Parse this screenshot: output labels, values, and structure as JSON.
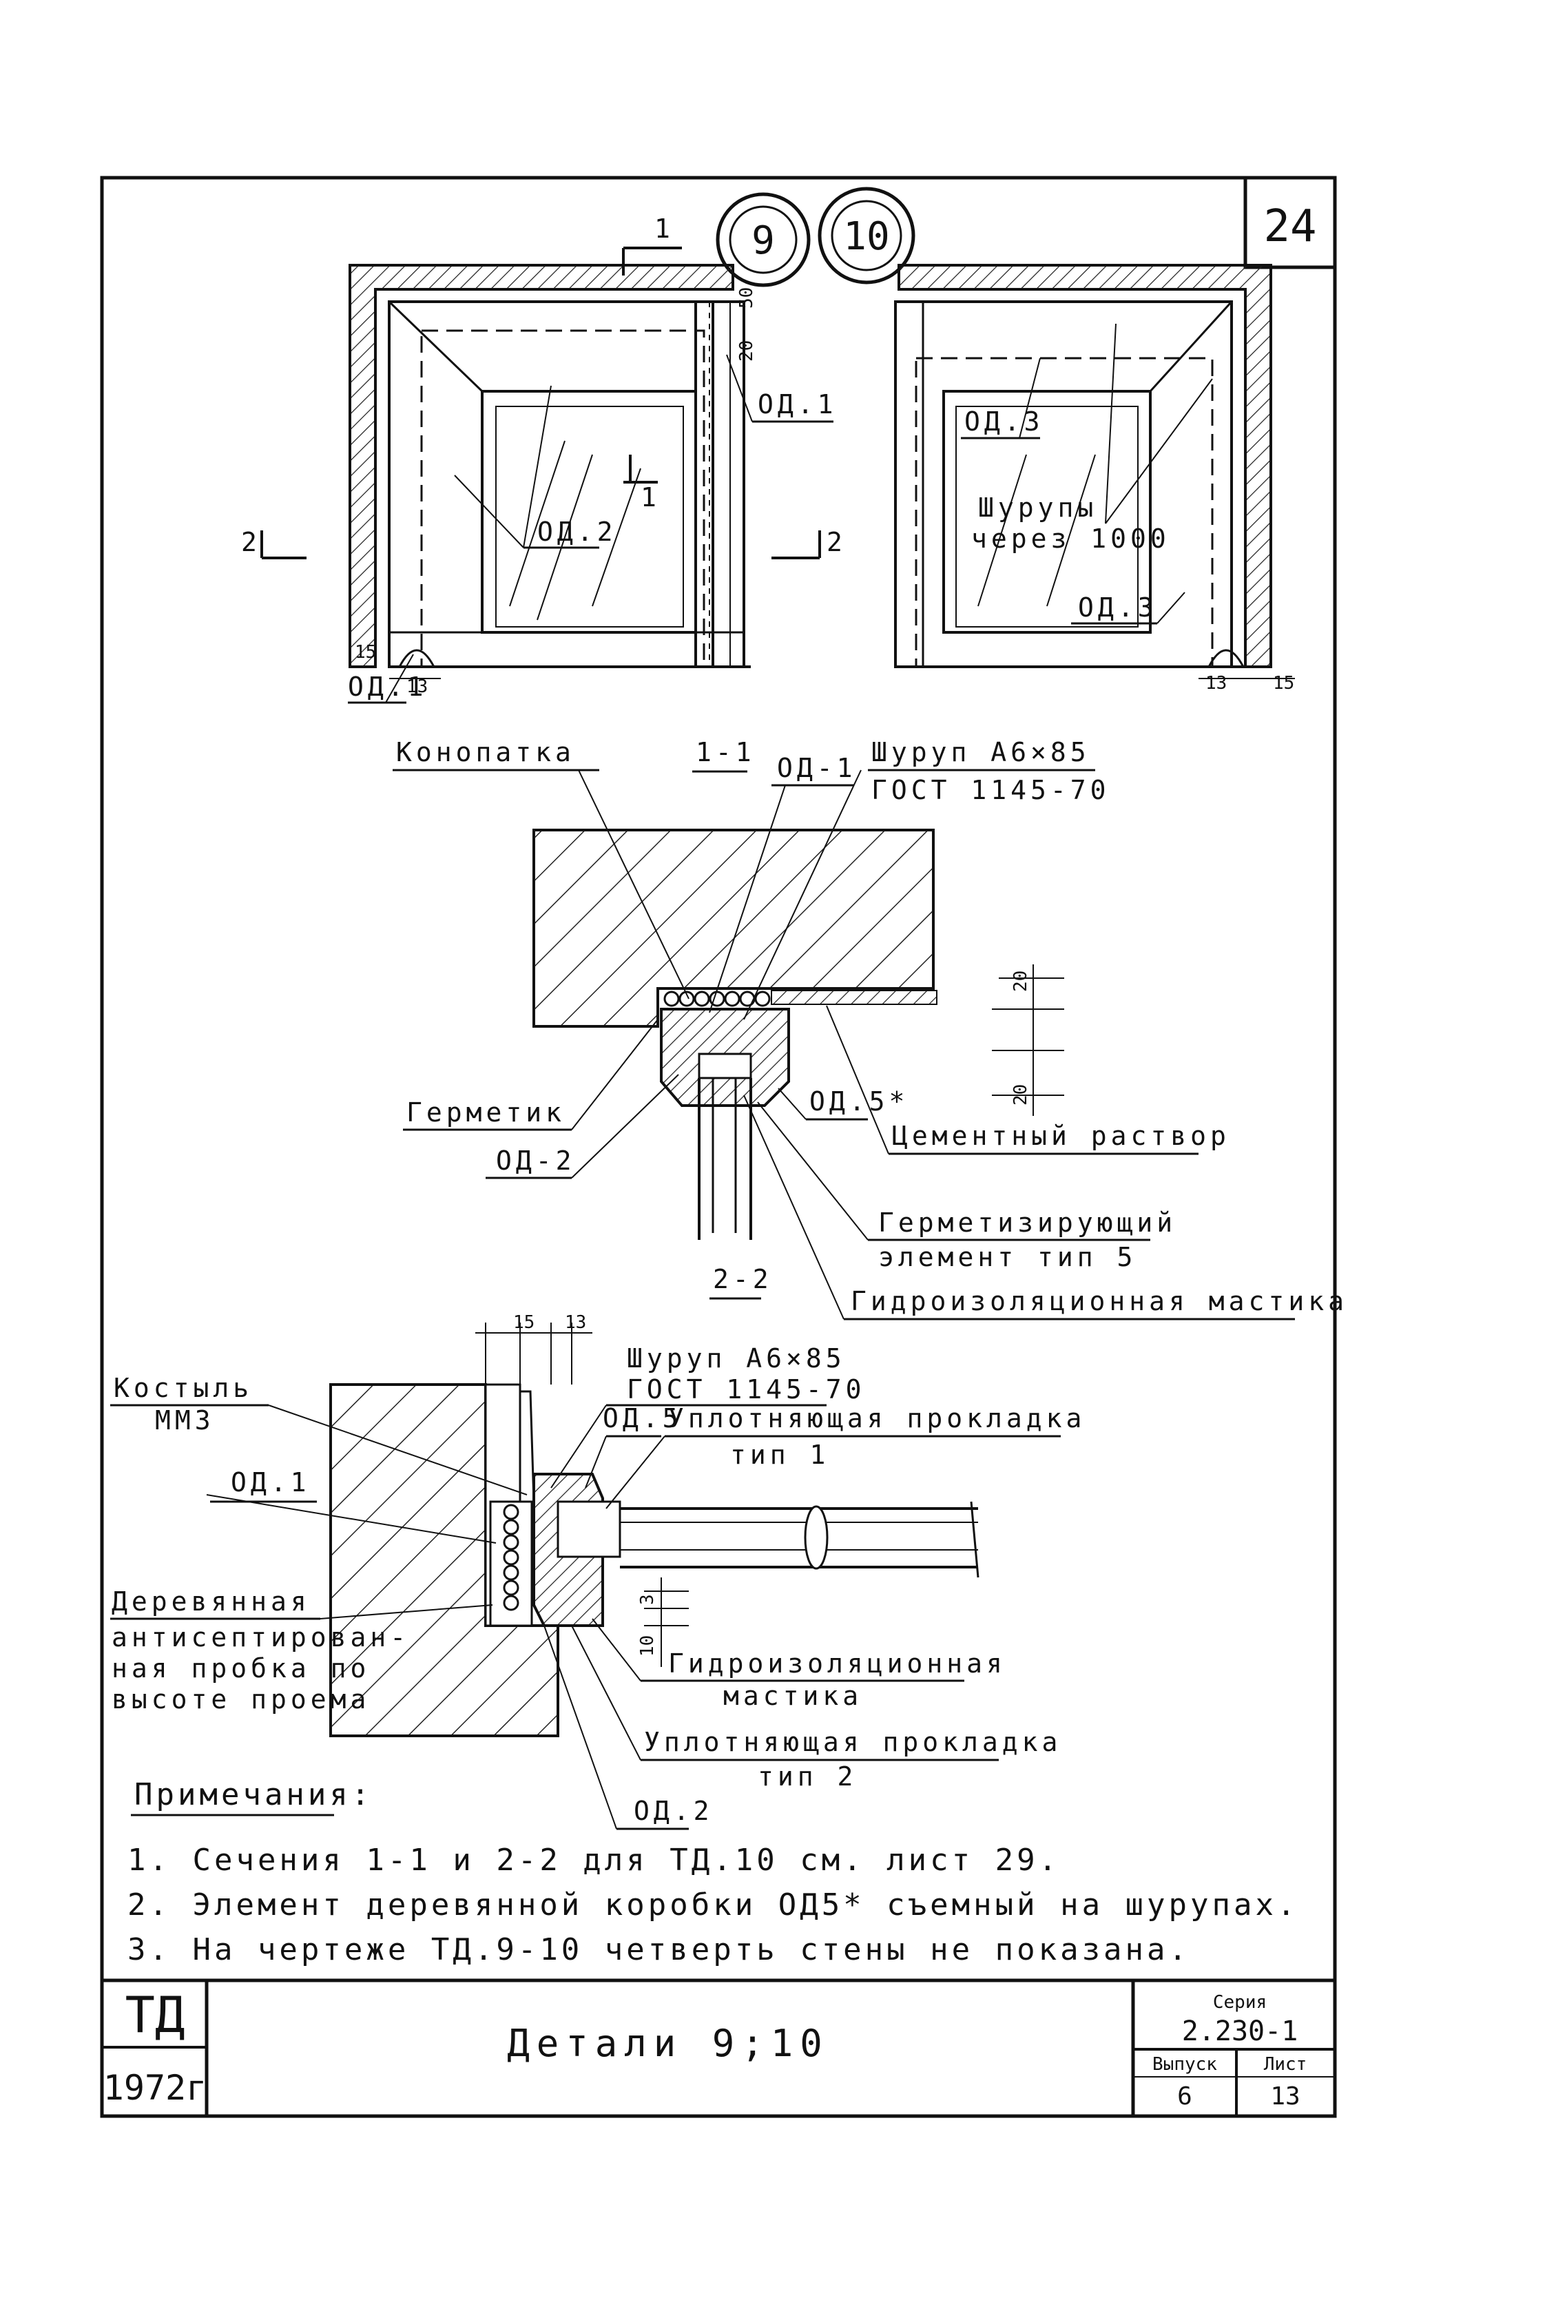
{
  "sheet_number": "24",
  "callouts": [
    "9",
    "10"
  ],
  "title": "Детали 9;10",
  "stamp": {
    "org": "ТД",
    "year": "1972г",
    "series_label": "Серия",
    "series": "2.230-1",
    "issue_label": "Выпуск",
    "issue": "6",
    "sheet_label": "Лист",
    "sheet": "13"
  },
  "views": {
    "left": {
      "section_mark_top": "1",
      "section_mark_mid": "1",
      "section_mark_left": "2",
      "section_mark_right": "2",
      "labels": [
        "ОД.1",
        "ОД.2",
        "ОД.1"
      ],
      "dims": [
        "50",
        "20",
        "15",
        "13"
      ]
    },
    "right": {
      "labels": [
        "ОД.3",
        "Шурупы",
        "через 1000",
        "ОД.3"
      ],
      "dims": [
        "13",
        "15"
      ]
    }
  },
  "section_1_1": {
    "title": "1-1",
    "labels": {
      "caulk": "Конопатка",
      "od1": "ОД-1",
      "screw_1": "Шуруп А6×85",
      "screw_2": "ГОСТ 1145-70",
      "sealant": "Герметик",
      "od2": "ОД-2",
      "od5": "ОД.5*",
      "mortar": "Цементный раствор",
      "seal_el_1": "Герметизирующий",
      "seal_el_2": "элемент тип 5",
      "mastic": "Гидроизоляционная мастика"
    },
    "dims": [
      "20",
      "20"
    ]
  },
  "section_2_2": {
    "title": "2-2",
    "labels": {
      "spike_1": "Костыль",
      "spike_2": "ММ3",
      "screw_1": "Шуруп А6×85",
      "screw_2": "ГОСТ 1145-70",
      "od5": "ОД.5",
      "gasket1_1": "Уплотняющая прокладка",
      "gasket1_2": "тип 1",
      "od1": "ОД.1",
      "plug_1": "Деревянная",
      "plug_2": "антисептирован-",
      "plug_3": "ная пробка по",
      "plug_4": "высоте проема",
      "mastic_1": "Гидроизоляционная",
      "mastic_2": "мастика",
      "gasket2_1": "Уплотняющая прокладка",
      "gasket2_2": "тип 2",
      "od2": "ОД.2"
    },
    "dims": [
      "15",
      "13",
      "3",
      "10"
    ]
  },
  "notes": {
    "heading": "Примечания:",
    "items": [
      "1. Сечения 1-1 и 2-2 для ТД.10 см. лист 29.",
      "2. Элемент деревянной коробки ОД5* съемный на шурупах.",
      "3. На чертеже ТД.9-10 четверть стены не показана."
    ]
  }
}
